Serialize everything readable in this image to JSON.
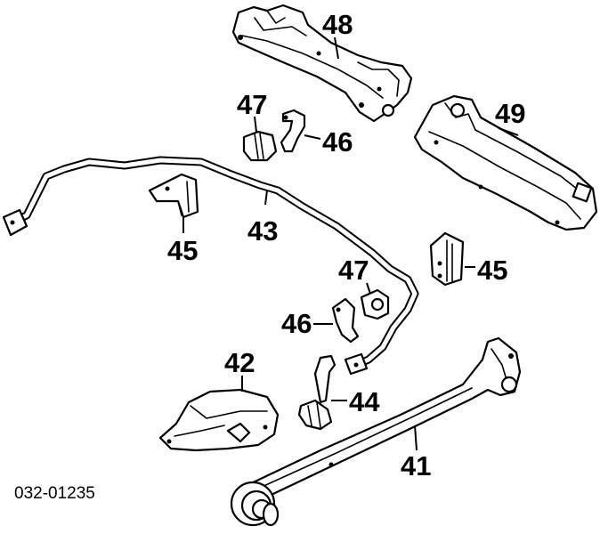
{
  "callouts": {
    "c48": "48",
    "c47_top": "47",
    "c46_top": "46",
    "c49": "49",
    "c45_left": "45",
    "c43": "43",
    "c47_mid": "47",
    "c45_right": "45",
    "c46_mid": "46",
    "c42": "42",
    "c44": "44",
    "c41": "41"
  },
  "diagram_code": "032-01235",
  "colors": {
    "ink": "#000000",
    "paper": "#ffffff"
  }
}
